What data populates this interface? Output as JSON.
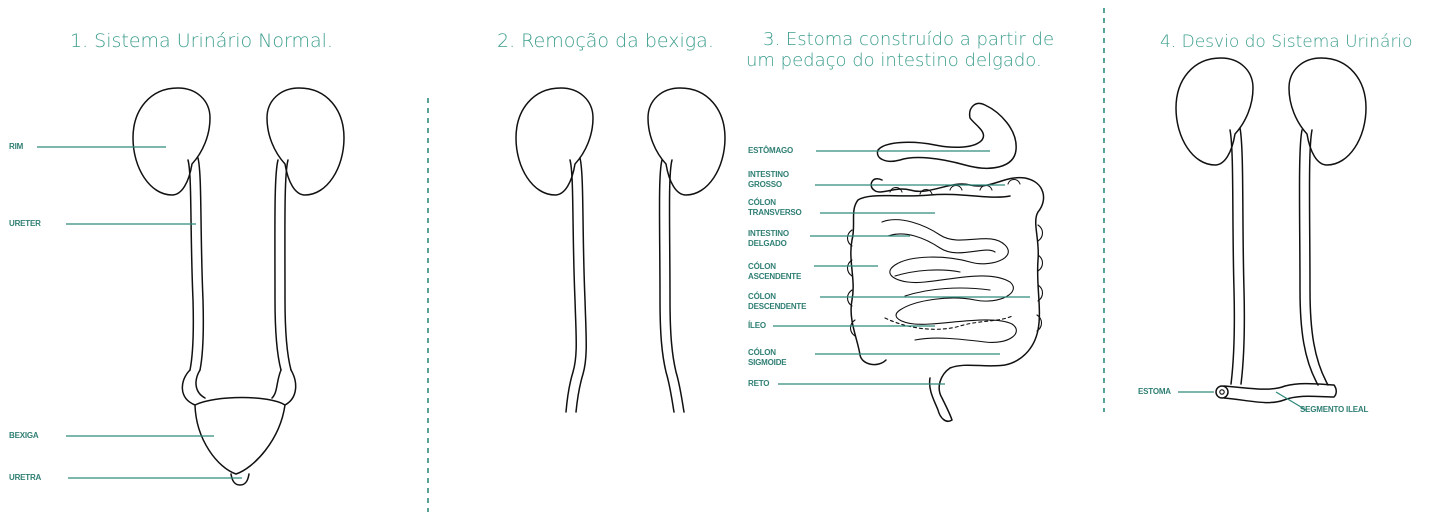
{
  "colors": {
    "accent": "#3d9e8d",
    "label": "#2f7f74",
    "divider": "#2f8a7c",
    "outline": "#111111"
  },
  "panels": [
    {
      "title": "1. Sistema Urinário Normal."
    },
    {
      "title": "2. Remoção da bexiga."
    },
    {
      "title_line1": "3. Estoma construído a partir de",
      "title_line2": "um pedaço do intestino delgado."
    },
    {
      "title": "4. Desvio do Sistema Urinário"
    }
  ],
  "labels": {
    "rim": "RIM",
    "ureter": "URETER",
    "bexiga": "BEXIGA",
    "uretra": "URETRA",
    "estomago": "ESTÔMAGO",
    "intestino_grosso_1": "INTESTINO",
    "intestino_grosso_2": "GROSSO",
    "colon_transverso_1": "CÓLON",
    "colon_transverso_2": "TRANSVERSO",
    "intestino_delgado_1": "INTESTINO",
    "intestino_delgado_2": "DELGADO",
    "colon_ascendente_1": "CÓLON",
    "colon_ascendente_2": "ASCENDENTE",
    "colon_descendente_1": "CÓLON",
    "colon_descendente_2": "DESCENDENTE",
    "ileo": "ÍLEO",
    "colon_sigmoide_1": "CÓLON",
    "colon_sigmoide_2": "SIGMOIDE",
    "reto": "RETO",
    "estoma": "ESTOMA",
    "segmento_ileal": "SEGMENTO ILEAL"
  }
}
